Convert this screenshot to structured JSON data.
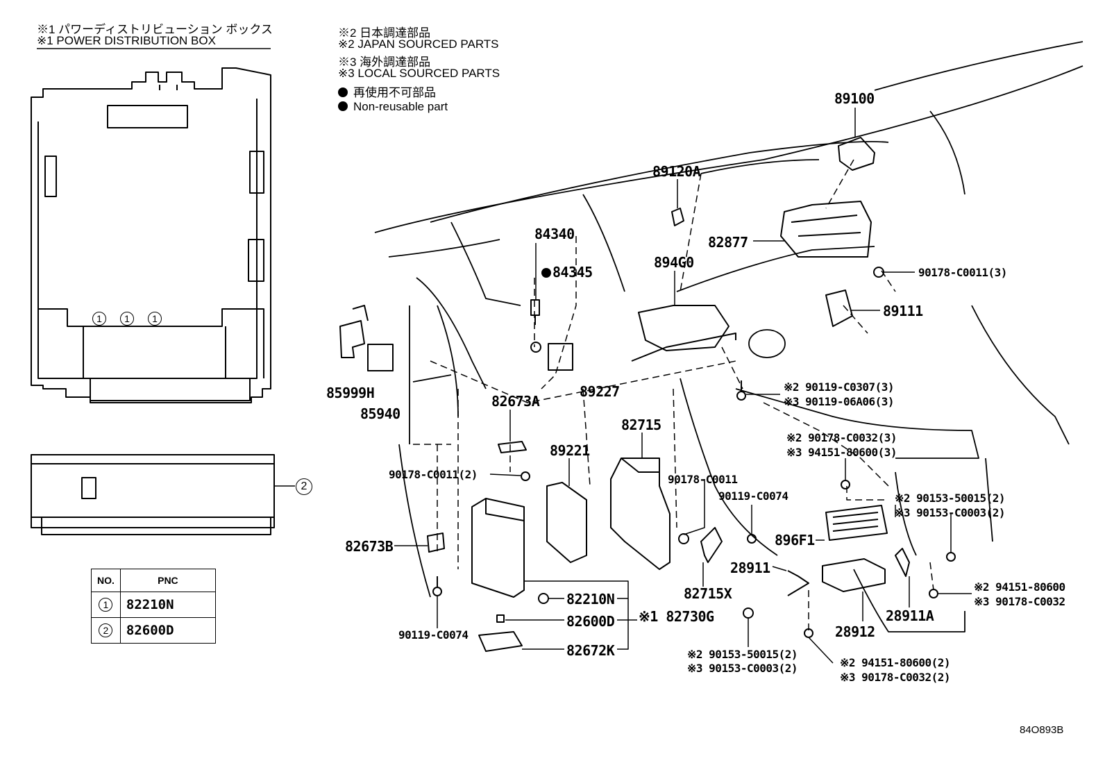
{
  "box_title": {
    "jp": "※1 パワーディストリビューション ボックス",
    "en": "※1 POWER DISTRIBUTION BOX"
  },
  "legend": {
    "line1": "※2 日本調達部品",
    "line2": "※2 JAPAN SOURCED PARTS",
    "line3": "※3 海外調達部品",
    "line4": "※3 LOCAL SOURCED PARTS",
    "line5": "再使用不可部品",
    "line6": "Non-reusable part"
  },
  "pnc_table": {
    "header_no": "NO.",
    "header_pnc": "PNC",
    "rows": [
      {
        "no": "1",
        "pnc": "82210N"
      },
      {
        "no": "2",
        "pnc": "82600D"
      }
    ]
  },
  "callouts": {
    "box_circle_1": "1",
    "box_circle_2": "2"
  },
  "parts": {
    "p89100": "89100",
    "p89120A": "89120A",
    "p84340": "84340",
    "p84345": "84345",
    "p82877": "82877",
    "p894G0": "894G0",
    "p90178_C0011_3": "90178-C0011(3)",
    "p89111": "89111",
    "p85999H": "85999H",
    "p85940": "85940",
    "p82673A": "82673A",
    "p89227": "89227",
    "p90119_C0307": "※2 90119-C0307(3)",
    "p90119_06A06": "※3 90119-06A06(3)",
    "p82715": "82715",
    "p90178_C0032_3": "※2 90178-C0032(3)",
    "p94151_80600_3": "※3 94151-80600(3)",
    "p90178_C0011_2": "90178-C0011(2)",
    "p89221": "89221",
    "p90178_C0011": "90178-C0011",
    "p90119_C0074_a": "90119-C0074",
    "p90153_50015_2a": "※2 90153-50015(2)",
    "p90153_C0003_2a": "※3 90153-C0003(2)",
    "p896F1": "896F1",
    "p82673B": "82673B",
    "p28911": "28911",
    "p82715X": "82715X",
    "p94151_80600": "※2 94151-80600",
    "p90178_C0032": "※3 90178-C0032",
    "p82210N": "82210N",
    "p82600D": "82600D",
    "p82730G": "※1 82730G",
    "p28911A": "28911A",
    "p28912": "28912",
    "p90119_C0074_b": "90119-C0074",
    "p82672K": "82672K",
    "p90153_50015_2b": "※2 90153-50015(2)",
    "p90153_C0003_2b": "※3 90153-C0003(2)",
    "p94151_80600_2": "※2 94151-80600(2)",
    "p90178_C0032_2": "※3 90178-C0032(2)"
  },
  "figure_ref": "84O893B"
}
